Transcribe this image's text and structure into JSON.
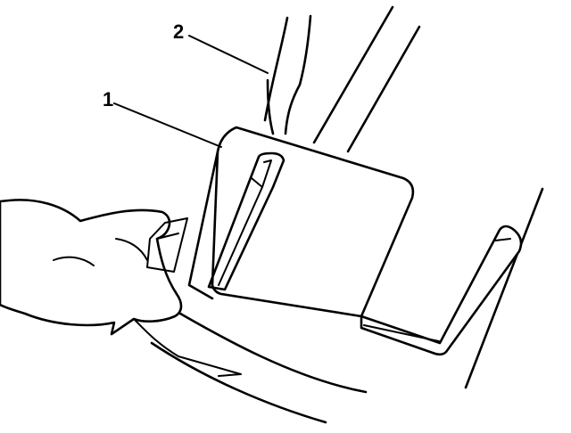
{
  "callouts": [
    {
      "number": "1",
      "target": "bracket"
    },
    {
      "number": "2",
      "target": "rod"
    }
  ]
}
